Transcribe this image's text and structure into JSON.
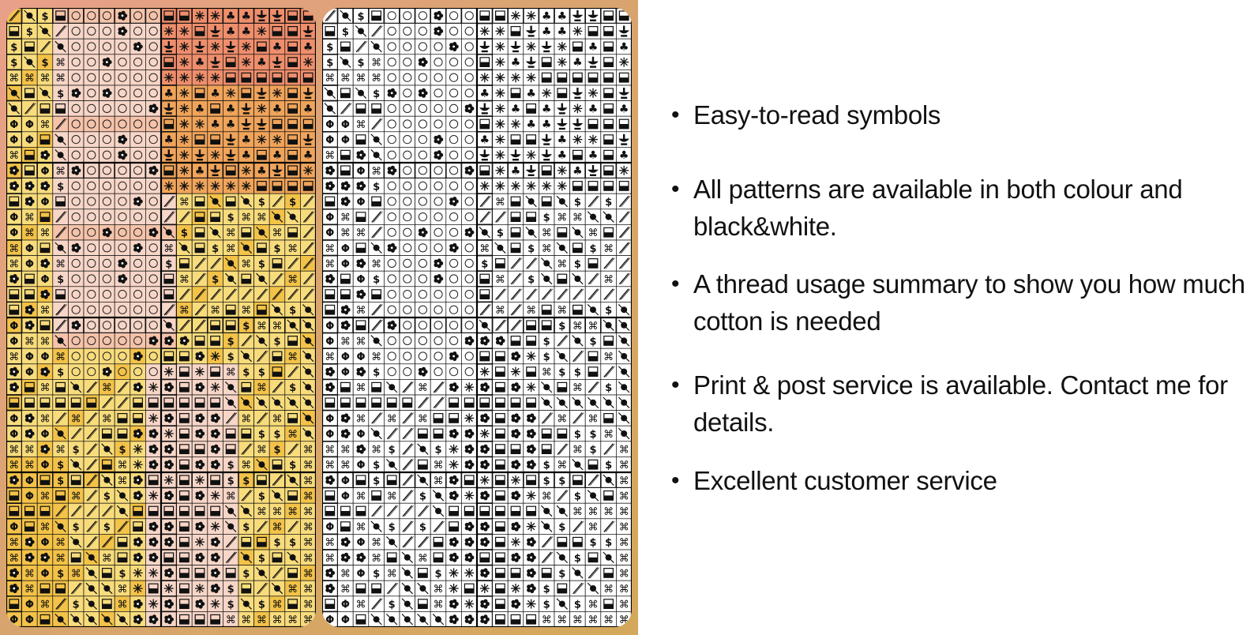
{
  "features": [
    "Easy-to-read symbols",
    "All patterns are available in both colour and black&white.",
    "A thread usage summary to show you how much cotton is needed",
    "Print & post service is available. Contact me for details.",
    "Excellent customer service"
  ],
  "pattern": {
    "symbol_icons": [
      "hatched-square-icon",
      "circle-icon",
      "flower-icon",
      "asterisk-icon",
      "tulip-icon",
      "half-filled-square-icon",
      "slash-icon",
      "command-icon",
      "phi-icon",
      "dollar-icon",
      "oval-slash-icon",
      "club-icon",
      "target-icon",
      "double-chevron-icon"
    ],
    "colours": {
      "salmon": "#ef8e6c",
      "peach": "#f5c3aa",
      "pale_pink": "#f7d6c8",
      "yellow": "#f8dc7c",
      "gold": "#f3c248",
      "orange": "#f0a45a"
    },
    "grid_line_colour": "#111111"
  }
}
